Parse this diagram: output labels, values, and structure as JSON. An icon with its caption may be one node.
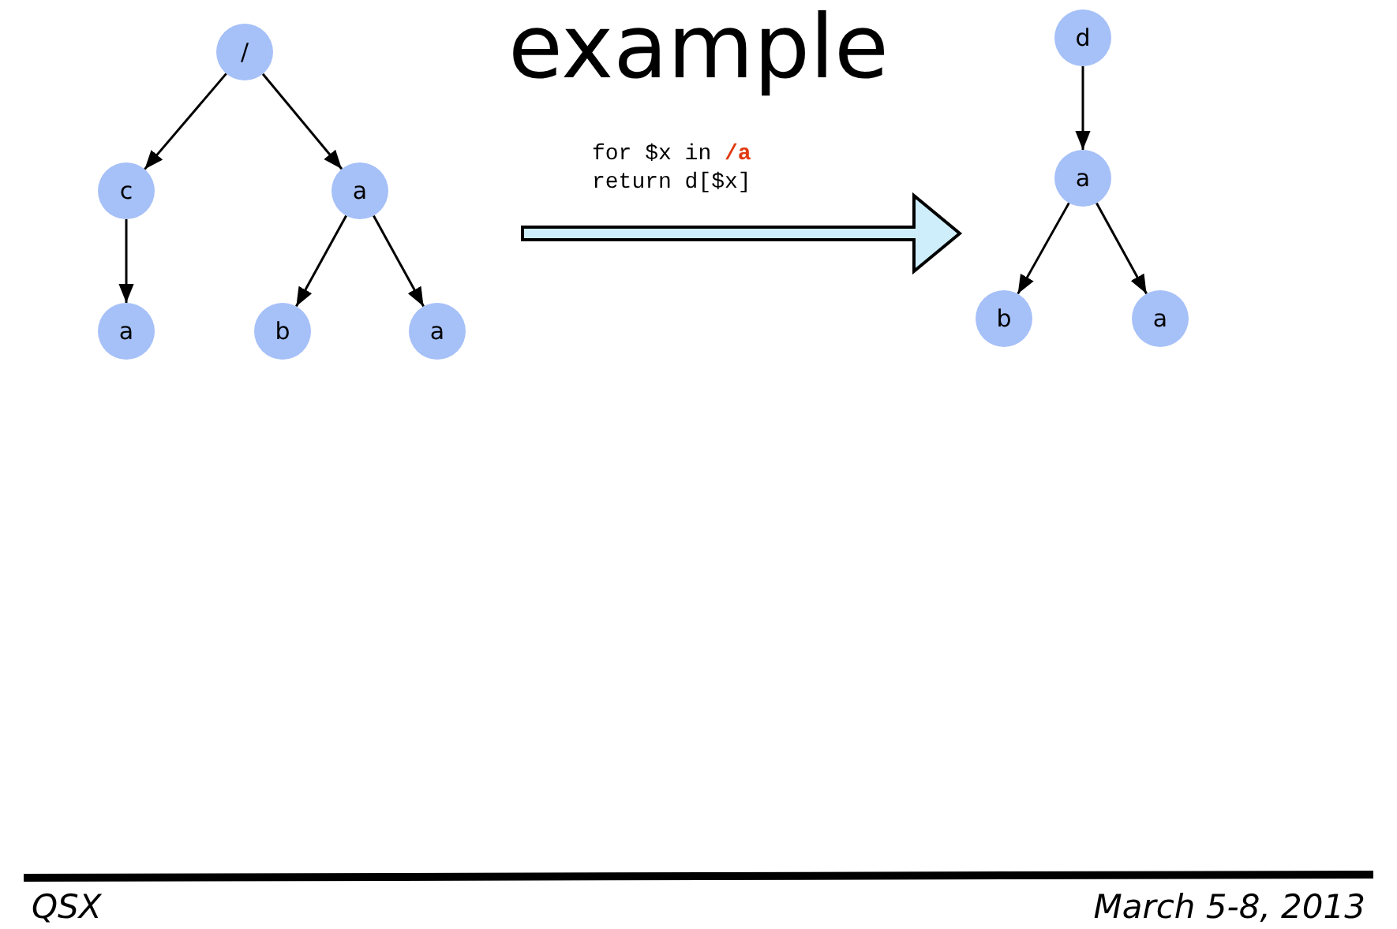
{
  "diagram": {
    "title": "example",
    "nodes": [
      {
        "text": [
          "/"
        ]
      },
      {
        "text": [
          "c"
        ]
      },
      {
        "text": [
          "a"
        ]
      },
      {
        "text": [
          "a"
        ]
      },
      {
        "text": [
          "b"
        ]
      },
      {
        "text": [
          "a"
        ]
      },
      {
        "text": [
          "d"
        ]
      },
      {
        "text": [
          "a"
        ]
      },
      {
        "text": [
          "b"
        ]
      },
      {
        "text": [
          "a"
        ]
      }
    ],
    "edges": [
      {
        "from": 0,
        "to": 1,
        "arrow": "to"
      },
      {
        "from": 0,
        "to": 2,
        "arrow": "to"
      },
      {
        "from": 1,
        "to": 3,
        "arrow": "to"
      },
      {
        "from": 2,
        "to": 4,
        "arrow": "to"
      },
      {
        "from": 2,
        "to": 5,
        "arrow": "to"
      },
      {
        "from": 6,
        "to": 7,
        "arrow": "to"
      },
      {
        "from": 7,
        "to": 8,
        "arrow": "to"
      },
      {
        "from": 7,
        "to": 9,
        "arrow": "to"
      }
    ],
    "labels": [
      "for $x in **/a** return d[$x]",
      "QSX",
      "March 5-8, 2013"
    ]
  }
}
